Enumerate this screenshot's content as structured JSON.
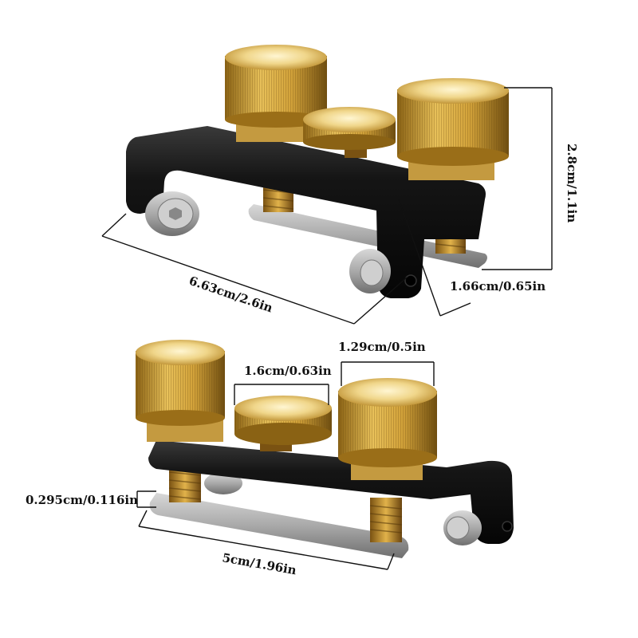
{
  "dimensions": {
    "top_length": "6.63cm/2.6in",
    "top_height": "2.8cm/1.1in",
    "top_depth": "1.66cm/0.65in",
    "knob_diameter": "1.29cm/0.5in",
    "center_knob_diameter": "1.6cm/0.63in",
    "plate_thickness": "0.295cm/0.116in",
    "plate_length": "5cm/1.96in"
  },
  "colors": {
    "brass_light": "#f3dc8c",
    "brass_mid": "#d2a23a",
    "brass_dark": "#8a6214",
    "body_black": "#111111",
    "steel": "#a9a9a9"
  }
}
